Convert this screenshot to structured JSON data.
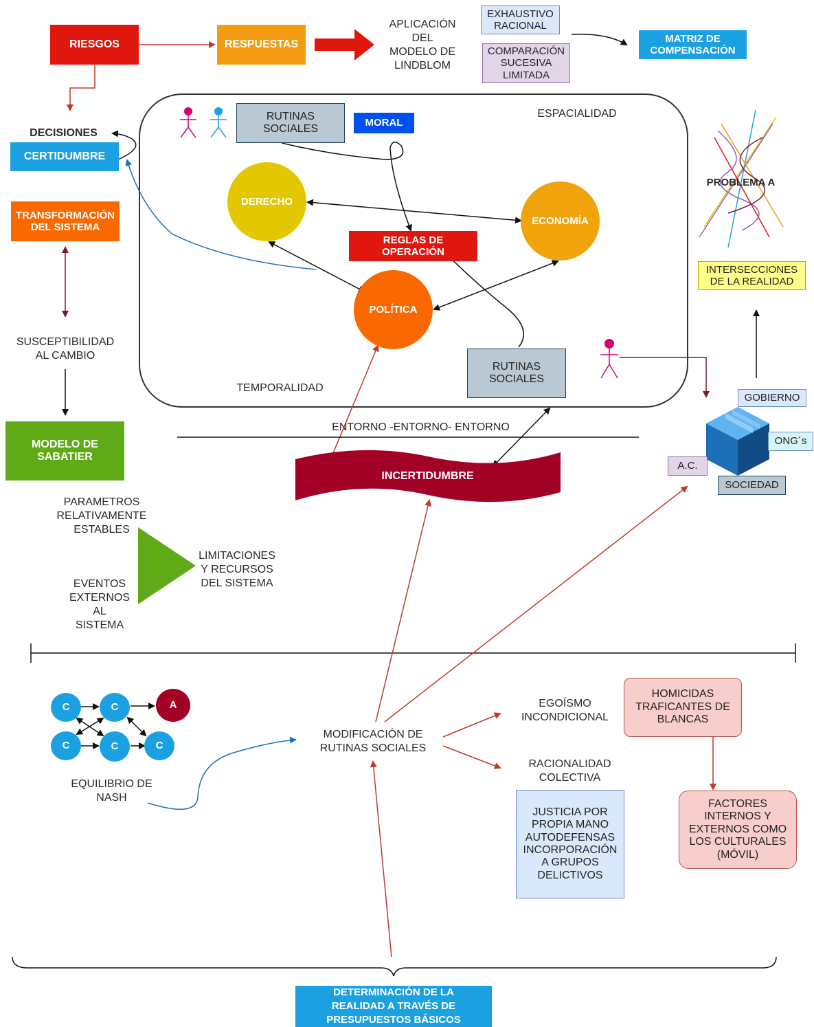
{
  "top": {
    "riesgos": "RIESGOS",
    "respuestas": "RESPUESTAS",
    "aplicacion": "APLICACIÓN\nDEL\nMODELO DE\nLINDBLOM",
    "exhaustivo": "EXHAUSTIVO\nRACIONAL",
    "comparacion": "COMPARACIÓN\nSUCESIVA\nLIMITADA",
    "matriz": "MATRIZ DE\nCOMPENSACIÓN"
  },
  "left": {
    "decisiones": "DECISIONES",
    "certidumbre": "CERTIDUMBRE",
    "transformacion": "TRANSFORMACIÓN\nDEL SISTEMA",
    "susceptibilidad": "SUSCEPTIBILIDAD\nAL CAMBIO",
    "sabatier": "MODELO DE\nSABATIER",
    "parametros": "PARAMETROS\nRELATIVAMENTE\nESTABLES",
    "eventos": "EVENTOS\nEXTERNOS\nAL\nSISTEMA",
    "limitaciones": "LIMITACIONES\nY RECURSOS\nDEL SISTEMA"
  },
  "center": {
    "rutinas_top": "RUTINAS\nSOCIALES",
    "moral": "MORAL",
    "espacialidad": "ESPACIALIDAD",
    "derecho": "DERECHO",
    "economia": "ECONOMÍA",
    "reglas": "REGLAS DE\nOPERACIÓN",
    "politica": "POLÍTICA",
    "rutinas_bottom": "RUTINAS\nSOCIALES",
    "temporalidad": "TEMPORALIDAD",
    "entorno": "ENTORNO -ENTORNO- ENTORNO",
    "incertidumbre": "INCERTIDUMBRE"
  },
  "right": {
    "problema": "PROBLEMA A",
    "intersecciones": "INTERSECCIONES\nDE LA REALIDAD",
    "gobierno": "GOBIERNO",
    "ongs": "ONG´s",
    "ac": "A.C.",
    "sociedad": "SOCIEDAD"
  },
  "bottom": {
    "nodes": [
      "C",
      "C",
      "A",
      "C",
      "C",
      "C"
    ],
    "nash": "EQUILIBRIO DE\nNASH",
    "modificacion": "MODIFICACIÓN DE\nRUTINAS SOCIALES",
    "egoismo": "EGOÍSMO\nINCONDICIONAL",
    "homicidas": "HOMICIDAS\nTRAFICANTES DE\nBLANCAS",
    "racionalidad": "RACIONALIDAD\nCOLECTIVA",
    "justicia": "JUSTICIA POR\nPROPIA MANO\nAUTODEFENSAS\nINCORPORACIÓN\nA GRUPOS\nDELICTIVOS",
    "factores": "FACTORES\nINTERNOS Y\nEXTERNOS COMO\nLOS CULTURALES\n(MÓVIL)",
    "determinacion": "DETERMINACIÓN DE LA\nREALIDAD A TRAVÉS DE\nPRESUPUESTOS BÁSICOS"
  },
  "colors": {
    "red": "#e0170f",
    "orange": "#f39c12",
    "blue": "#1ba1e2",
    "green": "#60a917",
    "yellow": "#e3c800",
    "darkred": "#a20025",
    "gray": "#b0bec5"
  }
}
